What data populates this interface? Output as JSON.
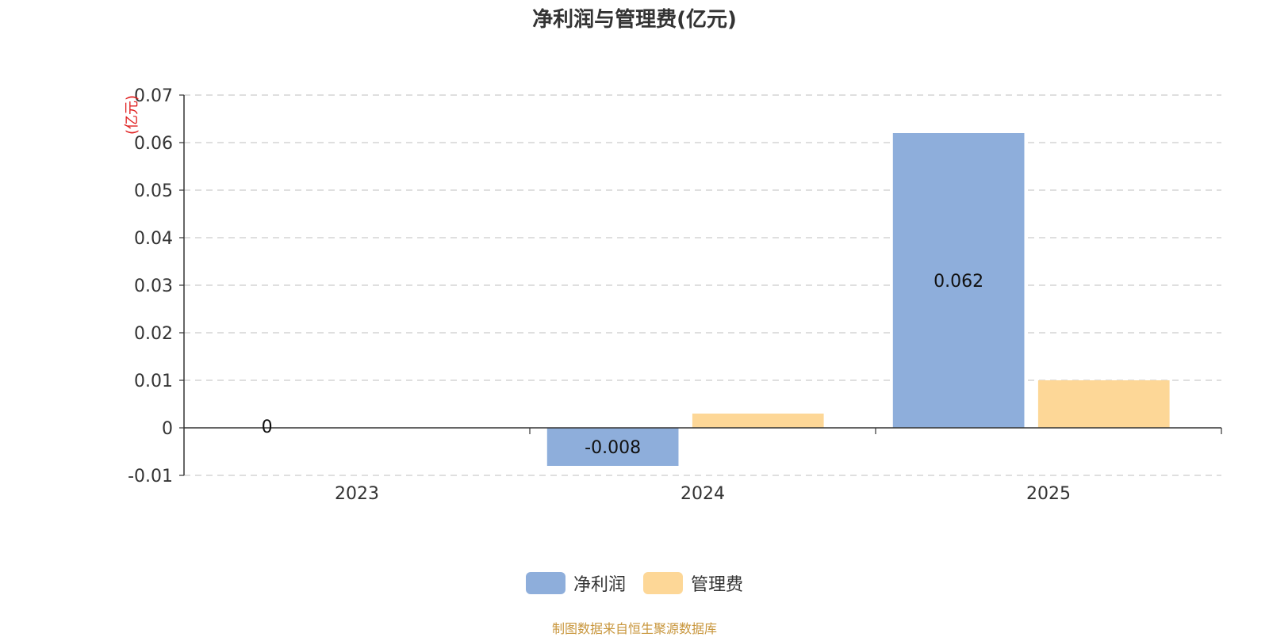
{
  "chart_data": {
    "type": "bar",
    "title": "净利润与管理费(亿元)",
    "ylabel": "(亿元)",
    "xlabel": "",
    "categories": [
      "2023",
      "2024",
      "2025"
    ],
    "ylim": [
      -0.01,
      0.07
    ],
    "yticks": [
      0.07,
      0.06,
      0.05,
      0.04,
      0.03,
      0.02,
      0.01,
      0,
      -0.01
    ],
    "grid": true,
    "legend_position": "bottom",
    "series": [
      {
        "name": "净利润",
        "color": "#8eaedb",
        "values": [
          0,
          -0.008,
          0.062
        ],
        "labels": [
          "0",
          "-0.008",
          "0.062"
        ]
      },
      {
        "name": "管理费",
        "color": "#fdd797",
        "values": [
          0,
          0.003,
          0.01
        ],
        "labels": []
      }
    ],
    "source": "制图数据来自恒生聚源数据库"
  }
}
